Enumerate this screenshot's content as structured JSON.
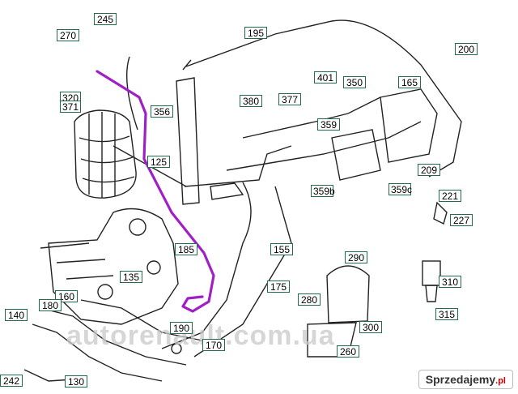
{
  "labels": [
    "245",
    "270",
    "195",
    "200",
    "320",
    "371",
    "401",
    "350",
    "165",
    "380",
    "377",
    "356",
    "359",
    "125",
    "209",
    "221",
    "227",
    "359b",
    "359c",
    "155",
    "185",
    "290",
    "135",
    "175",
    "160",
    "180",
    "140",
    "280",
    "310",
    "315",
    "300",
    "190",
    "170",
    "260",
    "242",
    "130"
  ],
  "watermark": "autorenault.com.ua",
  "brand": {
    "name": "Sprzedajemy",
    "tld": ".pl"
  },
  "colors": {
    "highlight_hose": "#a020c8",
    "label_border": "#1f6e4a",
    "line_art": "#222222"
  }
}
